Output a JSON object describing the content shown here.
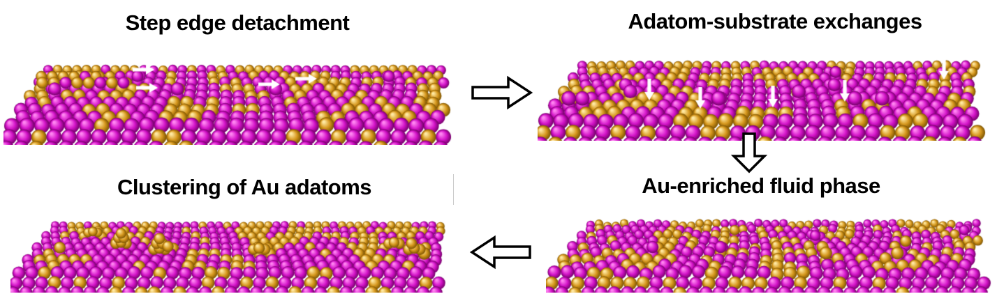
{
  "figure": {
    "background": "#ffffff",
    "colors": {
      "magenta": "#d313c8",
      "magenta_light": "#ff86f1",
      "magenta_dark": "#740069",
      "gold": "#d7991f",
      "gold_light": "#ffe9a3",
      "gold_dark": "#7c5300",
      "arrow_fill": "#ffffff",
      "arrow_stroke": "#000000",
      "title_color": "#000000",
      "annotation_arrow": "#ffffff"
    },
    "panels": [
      {
        "id": "step-edge-detachment",
        "title": "Step edge detachment",
        "seed": 11,
        "gold_fraction": 0.32,
        "jitter": 0.7,
        "adatoms": 5,
        "adatom_color": "magenta",
        "clusters": 0,
        "terrace": true,
        "annotation_arrows": {
          "direction": "right",
          "positions": [
            [
              200,
              44
            ],
            [
              205,
              70
            ],
            [
              380,
              65
            ],
            [
              433,
              57
            ]
          ]
        }
      },
      {
        "id": "adatom-substrate-exchanges",
        "title": "Adatom-substrate exchanges",
        "seed": 22,
        "gold_fraction": 0.34,
        "jitter": 0.9,
        "adatoms": 12,
        "adatom_color": "magenta",
        "clusters": 0,
        "terrace": false,
        "annotation_arrows": {
          "direction": "down",
          "positions": [
            [
              160,
              78
            ],
            [
              233,
              90
            ],
            [
              337,
              88
            ],
            [
              440,
              80
            ],
            [
              582,
              48
            ]
          ]
        }
      },
      {
        "id": "au-enriched-fluid-phase",
        "title": "Au-enriched fluid phase",
        "seed": 33,
        "gold_fraction": 0.46,
        "jitter": 2.2,
        "adatoms": 9,
        "adatom_color": "mixed",
        "clusters": 0,
        "terrace": false,
        "annotation_arrows": null
      },
      {
        "id": "clustering-of-au-adatoms",
        "title": "Clustering of Au adatoms",
        "seed": 44,
        "gold_fraction": 0.3,
        "jitter": 0.7,
        "adatoms": 2,
        "adatom_color": "gold",
        "clusters": 6,
        "terrace": false,
        "annotation_arrows": null
      }
    ],
    "flow_arrows": [
      {
        "id": "flow-arrow-top",
        "direction": "right"
      },
      {
        "id": "flow-arrow-middle",
        "direction": "down"
      },
      {
        "id": "flow-arrow-bottom",
        "direction": "left"
      }
    ]
  }
}
